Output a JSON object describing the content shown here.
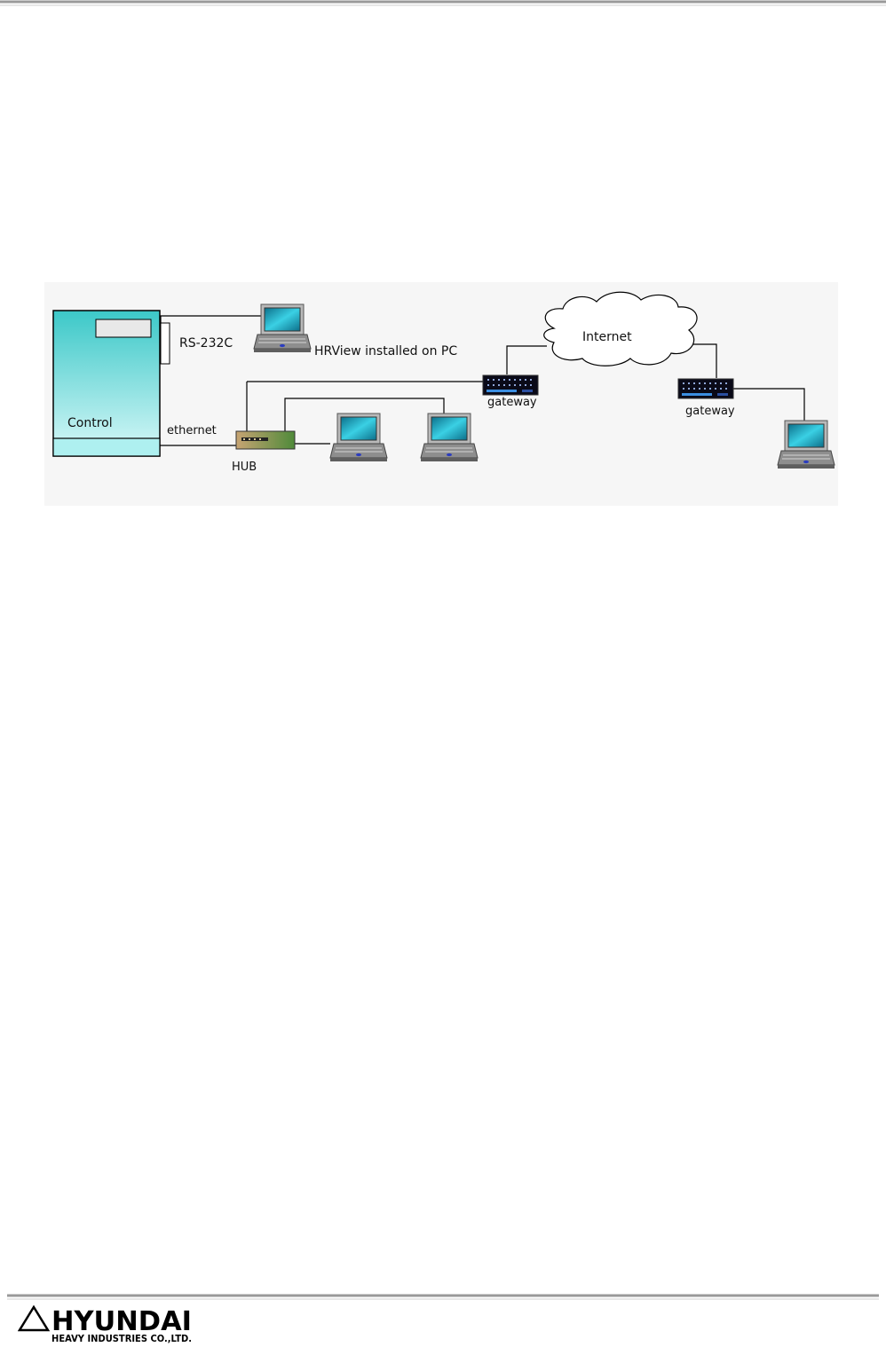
{
  "diagram": {
    "control_label": "Control",
    "rs232_label": "RS-232C",
    "hrview_label": "HRView installed on PC",
    "ethernet_label": "ethernet",
    "hub_label": "HUB",
    "internet_label": "Internet",
    "gateway_left_label": "gateway",
    "gateway_right_label": "gateway"
  },
  "footer": {
    "brand_name": "HYUNDAI",
    "brand_subtitle": "HEAVY INDUSTRIES CO.,LTD."
  },
  "colors": {
    "cabinet_top": "#3cc8c8",
    "cabinet_bottom": "#c8f5f5",
    "laptop_screen": "#1b9bb4",
    "hub_body": "#a38a52",
    "rule_gray": "#9a9a9a"
  }
}
